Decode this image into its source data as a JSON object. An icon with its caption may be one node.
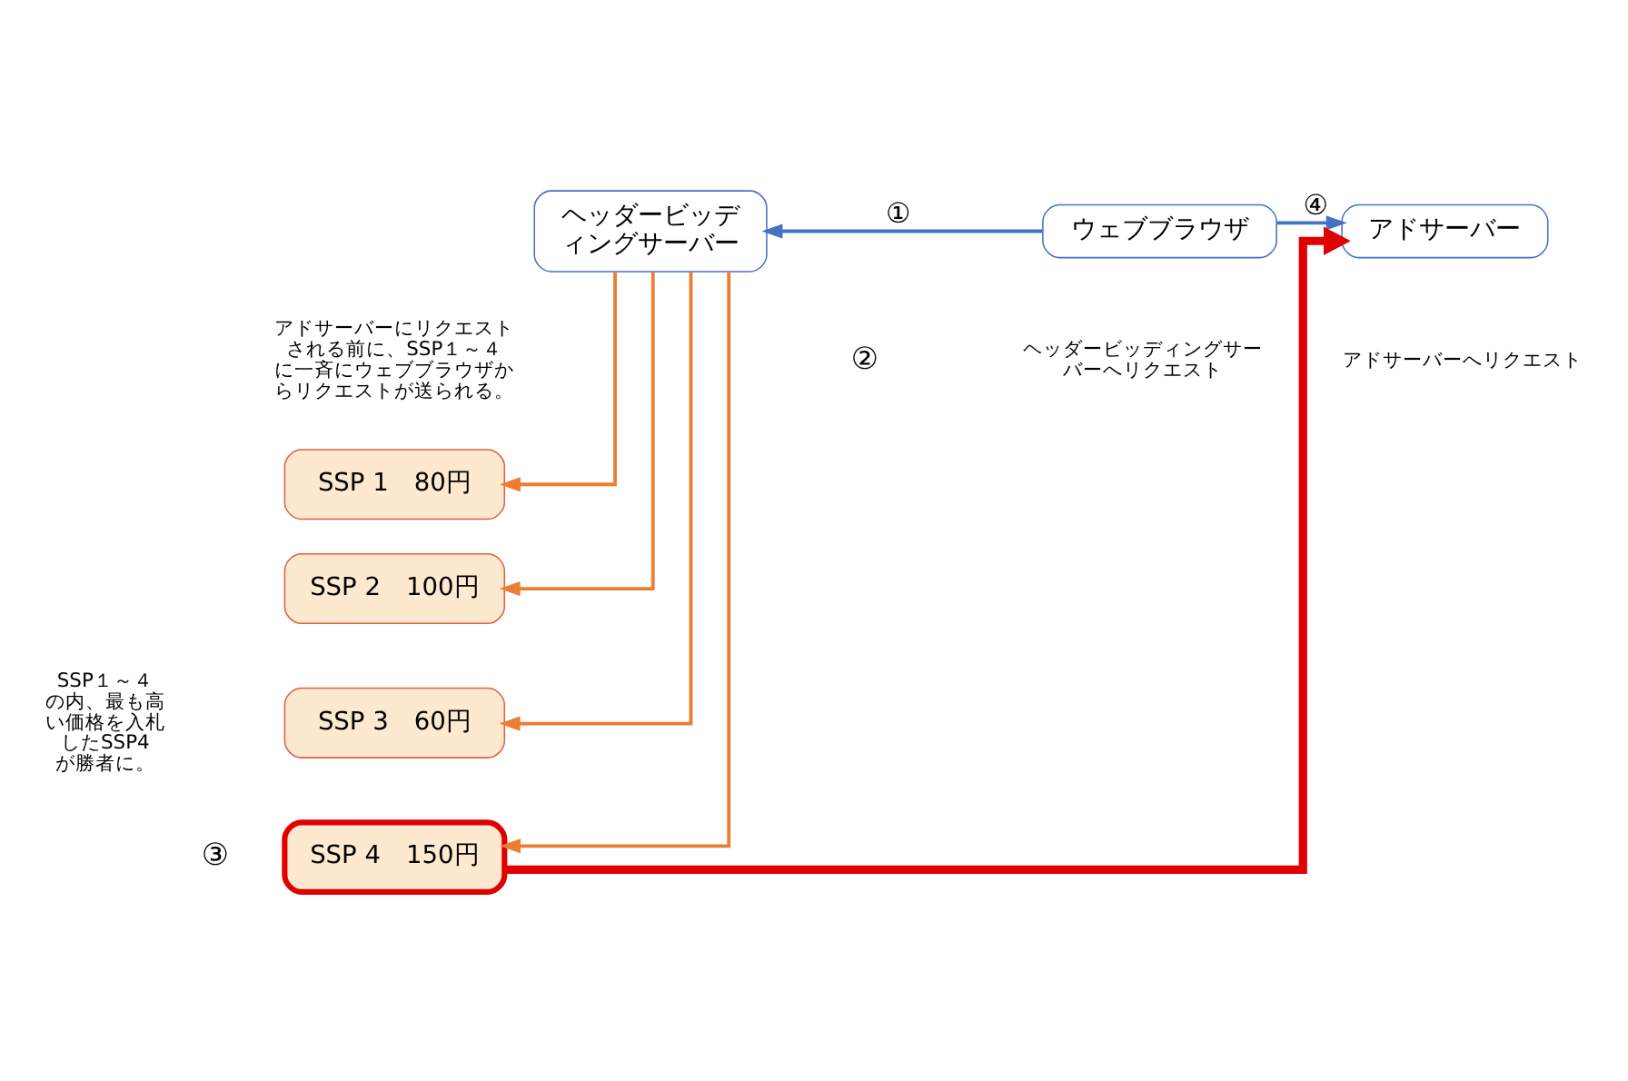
{
  "diagram": {
    "nodes": [
      {
        "text": [
          "ヘッダービッディングサーバー"
        ]
      },
      {
        "text": [
          "ウェブブラウザ"
        ]
      },
      {
        "text": [
          "アドサーバー"
        ]
      },
      {
        "text": [
          "SSP 1　80円"
        ]
      },
      {
        "text": [
          "SSP 2　100円"
        ]
      },
      {
        "text": [
          "SSP 3　60円"
        ]
      },
      {
        "text": [
          "SSP 4　150円"
        ]
      }
    ],
    "edges": [
      {
        "from": 1,
        "to": 0,
        "arrow": "to",
        "label": "①",
        "color": "#4472c4"
      },
      {
        "from": 1,
        "to": 2,
        "arrow": "to",
        "label": "④",
        "color": "#4472c4"
      },
      {
        "from": 0,
        "to": 3,
        "arrow": "to"
      },
      {
        "from": 0,
        "to": 4,
        "arrow": "to"
      },
      {
        "from": 0,
        "to": 5,
        "arrow": "to"
      },
      {
        "from": 0,
        "to": 6,
        "arrow": "to"
      },
      {
        "from": 6,
        "to": 2,
        "arrow": "to",
        "style": "thick",
        "color": "#e00000"
      }
    ],
    "labels": [
      "ヘッダービッディングサーバーへリクエスト",
      "アドサーバーへリクエスト",
      "②",
      "アドサーバーにリクエストされる前に、SSP１～４に一斉にウェブブラウザからリクエストが送られる。",
      "SSP１～４の内、最も高い価格を入札したSSP4が勝者に。",
      "③"
    ]
  }
}
